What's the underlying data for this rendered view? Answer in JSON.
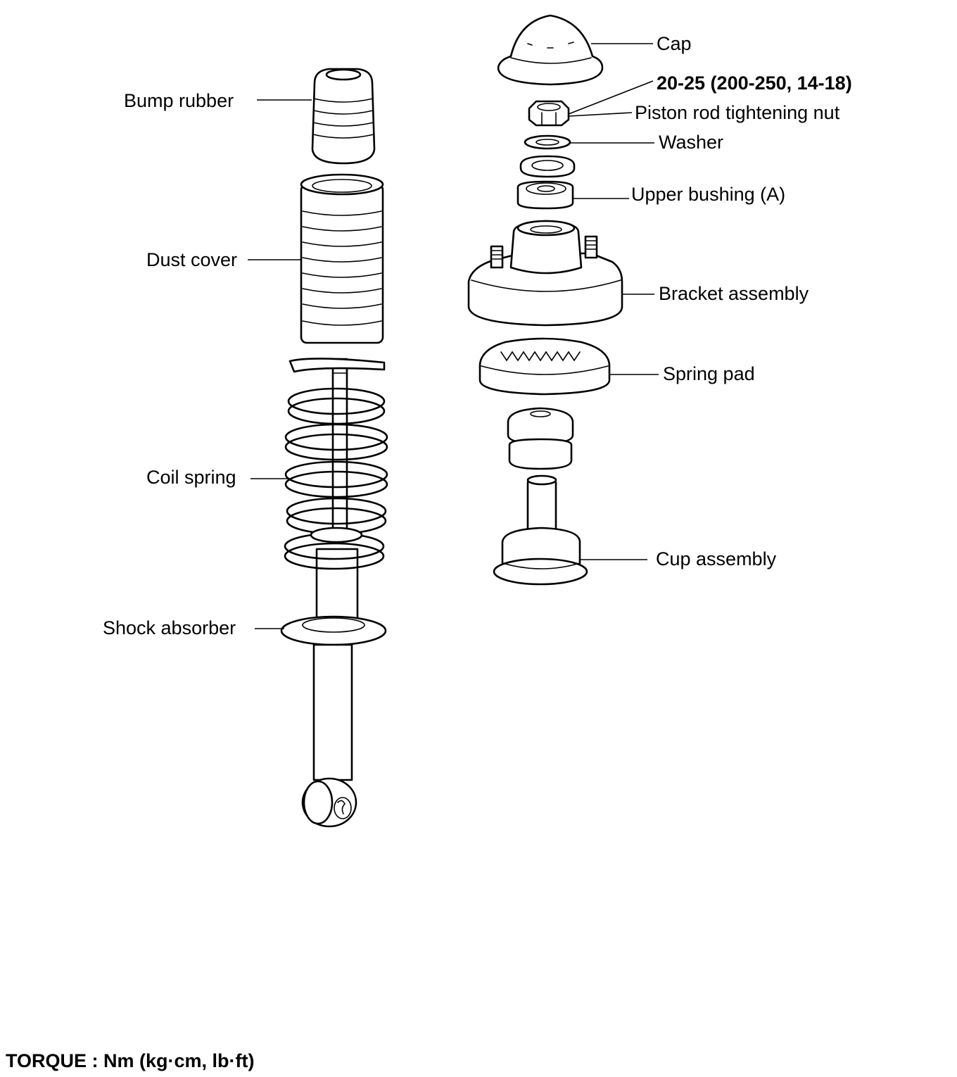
{
  "labels": {
    "bump_rubber": "Bump rubber",
    "dust_cover": "Dust cover",
    "coil_spring": "Coil spring",
    "shock_absorber": "Shock absorber",
    "cap": "Cap",
    "torque_spec": "20-25 (200-250, 14-18)",
    "piston_rod_nut": "Piston rod tightening nut",
    "washer": "Washer",
    "upper_bushing": "Upper bushing (A)",
    "bracket_assembly": "Bracket assembly",
    "spring_pad": "Spring pad",
    "cup_assembly": "Cup assembly"
  },
  "footer": {
    "torque_units": "TORQUE : Nm (kg·cm, lb·ft)"
  }
}
